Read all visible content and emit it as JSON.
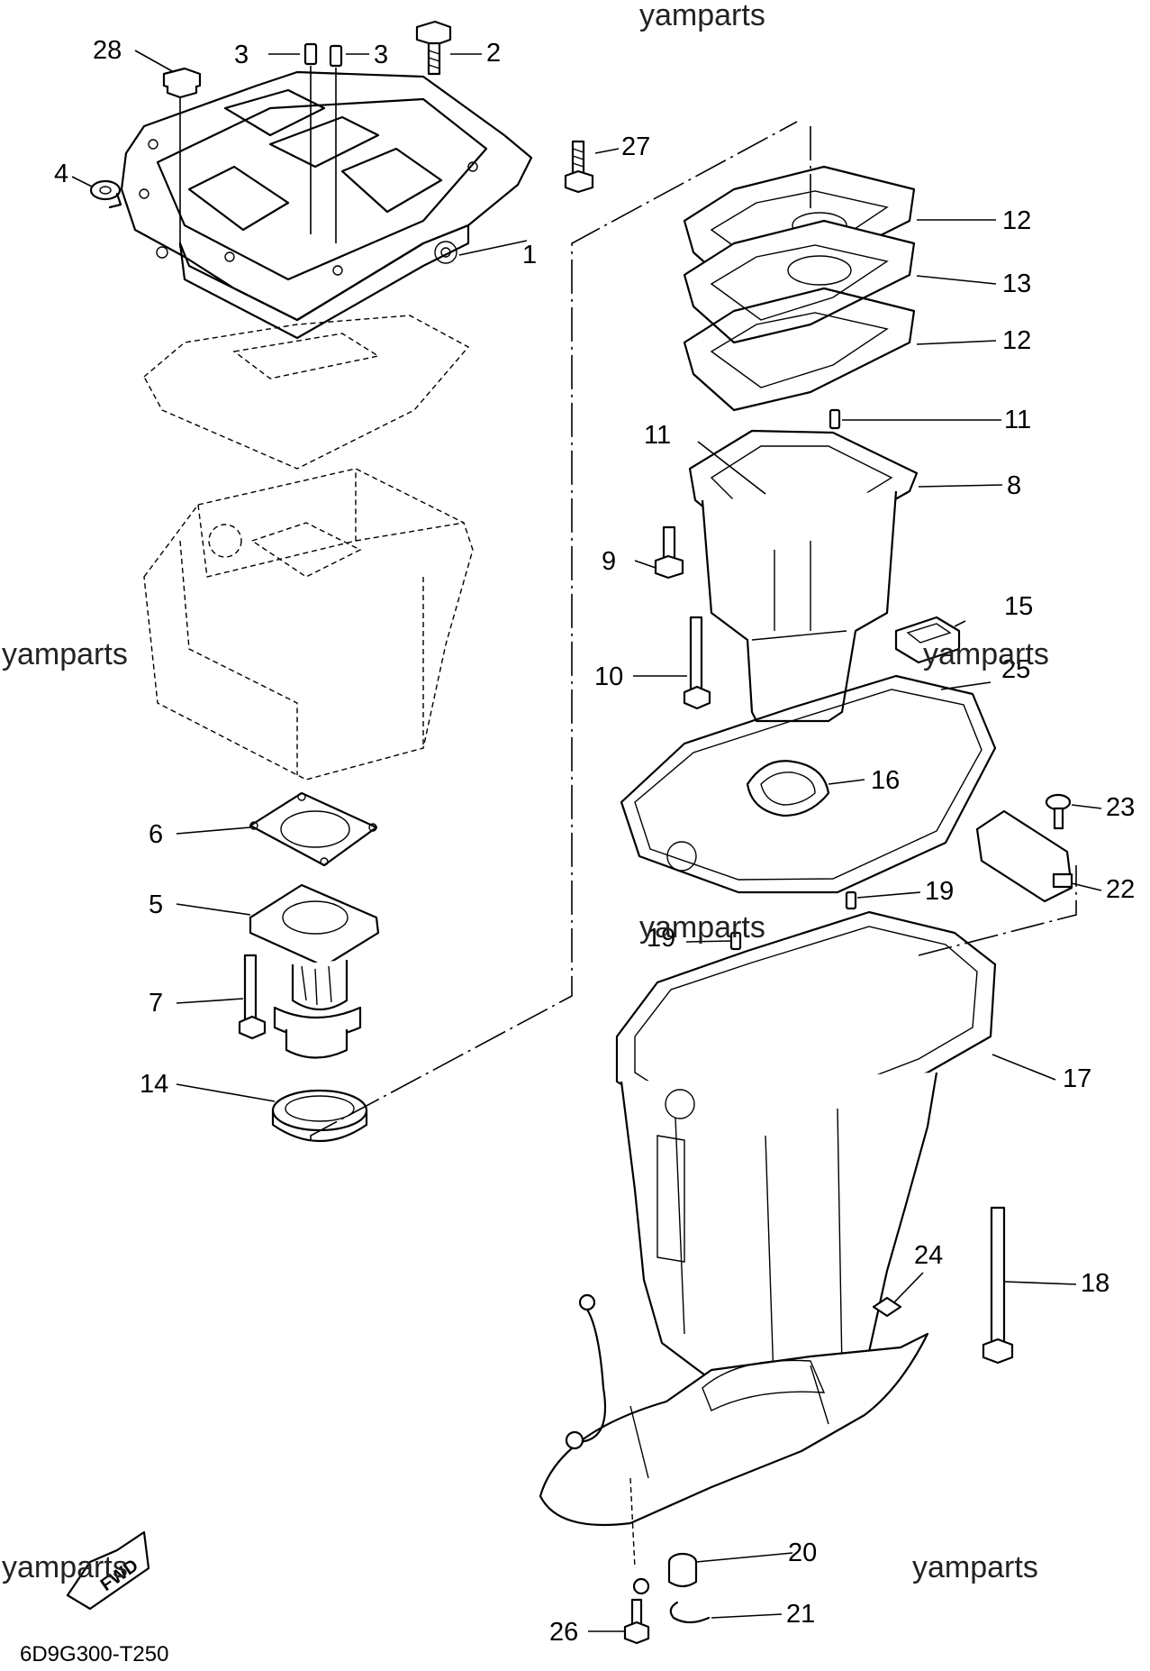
{
  "watermarks": [
    "yamparts",
    "yamparts",
    "yamparts",
    "yamparts",
    "yamparts",
    "yamparts"
  ],
  "diagram_code": "6D9G300-T250",
  "fwd_label": "FWD",
  "callouts": {
    "c1": "1",
    "c2": "2",
    "c3a": "3",
    "c3b": "3",
    "c4": "4",
    "c5": "5",
    "c6": "6",
    "c7": "7",
    "c8": "8",
    "c9": "9",
    "c10": "10",
    "c11a": "11",
    "c11b": "11",
    "c12a": "12",
    "c12b": "12",
    "c13": "13",
    "c14": "14",
    "c15": "15",
    "c16": "16",
    "c17": "17",
    "c18": "18",
    "c19a": "19",
    "c19b": "19",
    "c20": "20",
    "c21": "21",
    "c22": "22",
    "c23": "23",
    "c24": "24",
    "c25": "25",
    "c26": "26",
    "c27": "27",
    "c28": "28"
  }
}
